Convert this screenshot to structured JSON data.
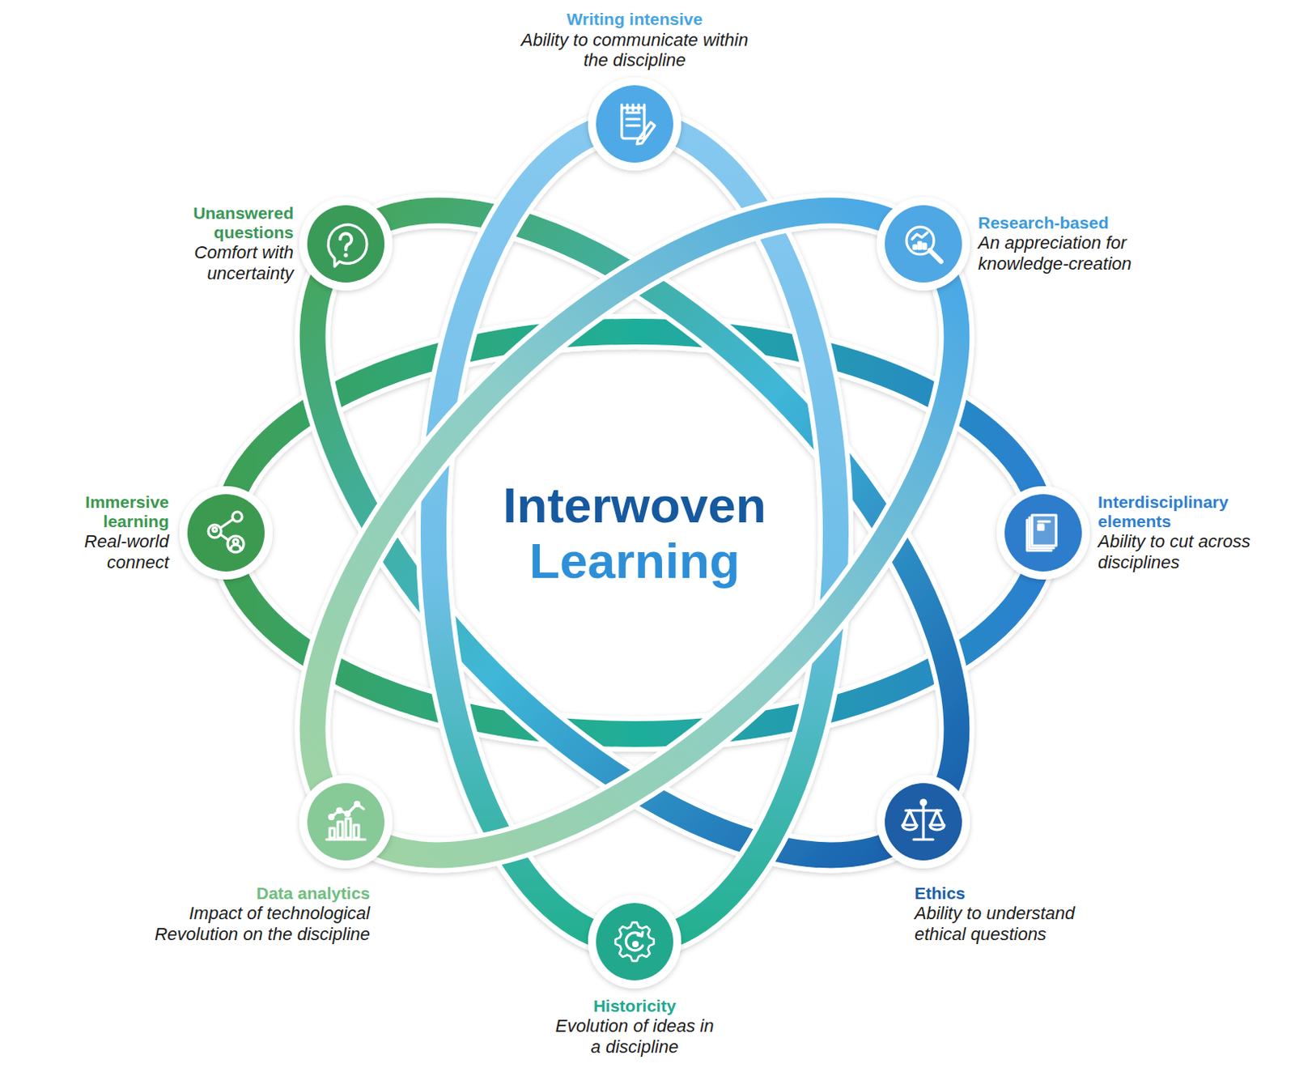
{
  "diagram": {
    "title": "Interwoven Learning",
    "nodes": [
      {
        "text": [
          "Writing intensive",
          "Ability to communicate within the discipline"
        ]
      },
      {
        "text": [
          "Research-based",
          "An appreciation for knowledge-creation"
        ]
      },
      {
        "text": [
          "Interdisciplinary elements",
          "Ability to cut across disciplines"
        ]
      },
      {
        "text": [
          "Ethics",
          "Ability to understand ethical questions"
        ]
      },
      {
        "text": [
          "Historicity",
          "Evolution of ideas in a discipline"
        ]
      },
      {
        "text": [
          "Data analytics",
          "Impact of technological Revolution on the discipline"
        ]
      },
      {
        "text": [
          "Immersive learning",
          "Real-world connect"
        ]
      },
      {
        "text": [
          "Unanswered questions",
          "Comfort with uncertainty"
        ]
      }
    ]
  }
}
